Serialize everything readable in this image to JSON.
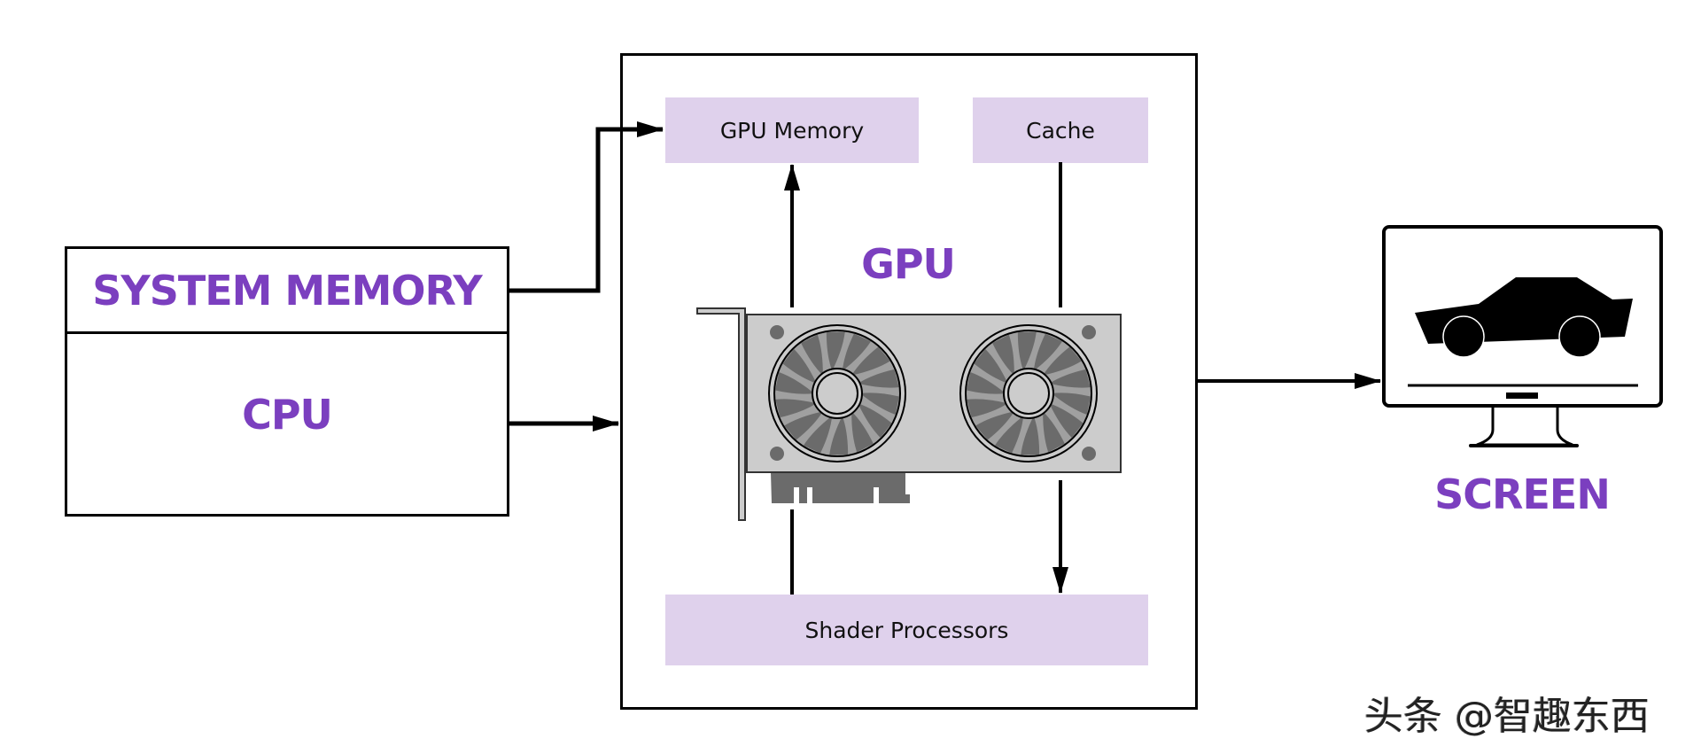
{
  "diagram": {
    "cpu_block": {
      "memory_label": "SYSTEM MEMORY",
      "cpu_label": "CPU"
    },
    "gpu_block": {
      "title": "GPU",
      "gpu_memory_label": "GPU Memory",
      "cache_label": "Cache",
      "shader_label": "Shader Processors"
    },
    "screen_block": {
      "label": "SCREEN"
    },
    "connections": [
      {
        "from": "SYSTEM MEMORY",
        "to": "GPU Memory"
      },
      {
        "from": "CPU",
        "to": "GPU"
      },
      {
        "from": "GPU card",
        "to": "GPU Memory"
      },
      {
        "from": "Cache",
        "to": "Shader Processors"
      },
      {
        "from": "Shader Processors",
        "to": "GPU card"
      },
      {
        "from": "GPU",
        "to": "SCREEN"
      }
    ],
    "icons": [
      "graphics-card-icon",
      "monitor-icon",
      "car-icon"
    ],
    "watermark": "头条 @智趣东西",
    "colors": {
      "accent_purple": "#7b3fbf",
      "box_fill": "#dfd1ec",
      "stroke": "#000000"
    }
  }
}
